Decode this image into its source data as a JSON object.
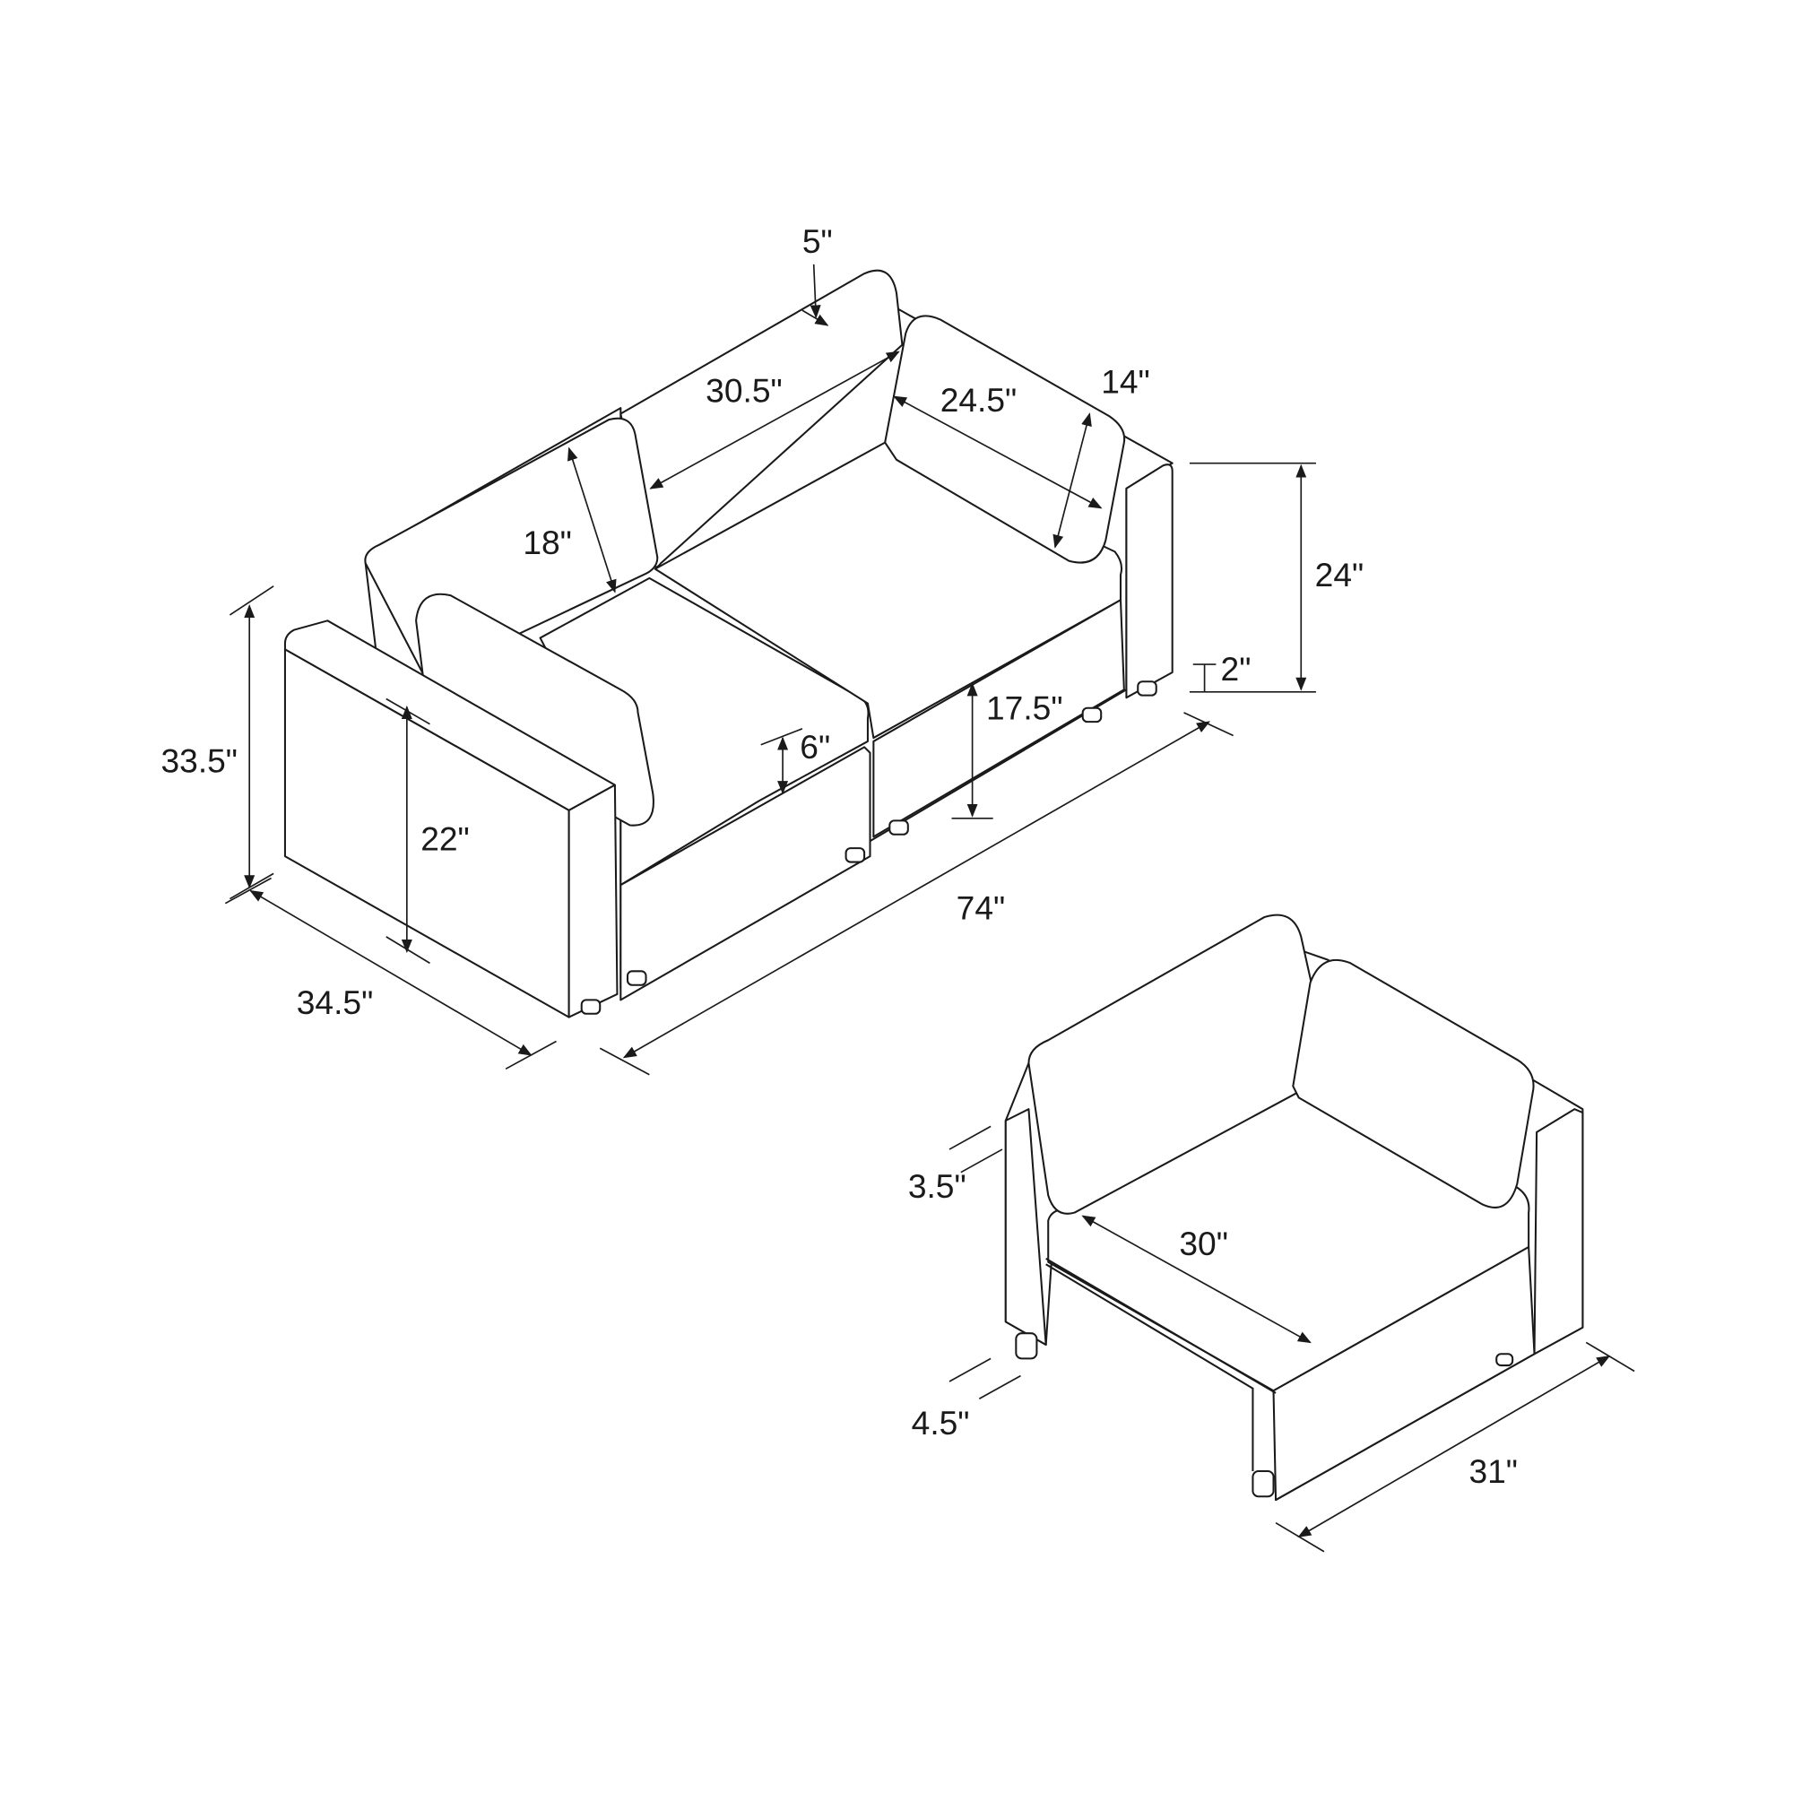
{
  "title": "Sofa and corner chair dimensions",
  "sofa": {
    "dims": {
      "pillow_thickness": "5\"",
      "back_width": "30.5\"",
      "pillow_width": "24.5\"",
      "pillow_height": "14\"",
      "back_cushion_height": "18\"",
      "back_height": "24\"",
      "leg_height": "2\"",
      "overall_height": "33.5\"",
      "seat_height": "17.5\"",
      "seat_cushion_thickness": "6\"",
      "arm_height": "22\"",
      "overall_width": "74\"",
      "overall_depth": "34.5\""
    }
  },
  "chair": {
    "dims": {
      "arm_width": "3.5\"",
      "seat_width": "30\"",
      "leg_inset": "4.5\"",
      "depth": "31\""
    }
  }
}
